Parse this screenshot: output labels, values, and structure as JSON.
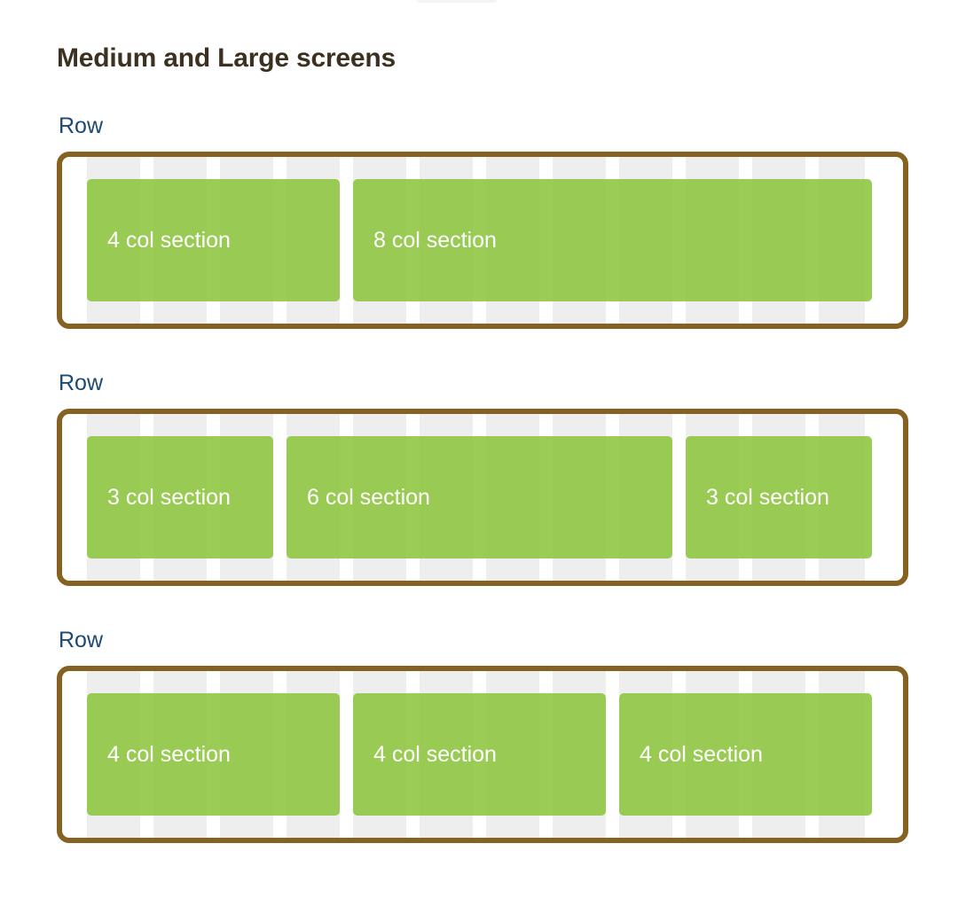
{
  "page": {
    "title": "Medium and Large screens",
    "background_color": "#ffffff",
    "title_color": "#3c3120"
  },
  "style": {
    "row_border_color": "#856221",
    "row_label_color": "#1c4a72",
    "grid_stripe_color": "#eeeeee",
    "gutter_color": "#ffffff",
    "section_fill_color": "#8dc63f",
    "section_text_color": "#ffffff",
    "grid_columns": 12
  },
  "rows": [
    {
      "label": "Row",
      "sections": [
        {
          "label": "4 col section",
          "span": 4,
          "offset": 0
        },
        {
          "label": "8 col section",
          "span": 8,
          "offset": 4
        }
      ]
    },
    {
      "label": "Row",
      "sections": [
        {
          "label": "3 col section",
          "span": 3,
          "offset": 0
        },
        {
          "label": "6 col section",
          "span": 6,
          "offset": 3
        },
        {
          "label": "3 col section",
          "span": 3,
          "offset": 9
        }
      ]
    },
    {
      "label": "Row",
      "sections": [
        {
          "label": "4 col section",
          "span": 4,
          "offset": 0
        },
        {
          "label": "4 col section",
          "span": 4,
          "offset": 4
        },
        {
          "label": "4 col section",
          "span": 4,
          "offset": 8
        }
      ]
    }
  ]
}
